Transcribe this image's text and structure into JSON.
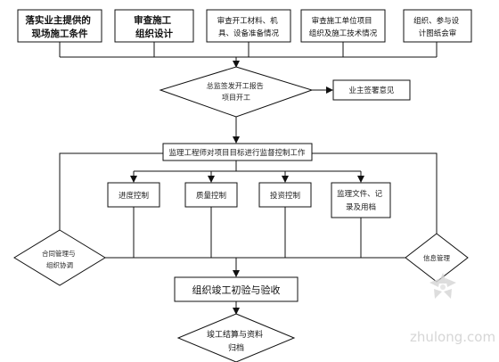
{
  "top_boxes": [
    {
      "lines": [
        "落实业主提供的",
        "现场施工条件"
      ]
    },
    {
      "lines": [
        "审查施工",
        "组织设计"
      ]
    },
    {
      "lines": [
        "审查开工材料、机",
        "具、设备准备情况"
      ]
    },
    {
      "lines": [
        "审查施工单位项目",
        "组织及施工技术情况"
      ]
    },
    {
      "lines": [
        "组织、参与设",
        "计图纸会审"
      ]
    }
  ],
  "start_decision": {
    "lines": [
      "总监签发开工报告",
      "项目开工"
    ]
  },
  "owner_box": {
    "label": "业主签署意见"
  },
  "main_box": {
    "label": "监理工程师对项目目标进行监督控制工作"
  },
  "control_boxes": [
    {
      "lines": [
        "进度控制"
      ]
    },
    {
      "lines": [
        "质量控制"
      ]
    },
    {
      "lines": [
        "投资控制"
      ]
    },
    {
      "lines": [
        "监理文件、记",
        "录及用档"
      ]
    }
  ],
  "contract_decision": {
    "lines": [
      "合同管理与",
      "组织协调"
    ]
  },
  "info_decision": {
    "lines": [
      "信息管理"
    ]
  },
  "acceptance_box": {
    "label": "组织竣工初验与验收"
  },
  "final_decision": {
    "lines": [
      "竣工结算与资料",
      "归档"
    ]
  },
  "watermark": {
    "text": "zhulong.com"
  }
}
